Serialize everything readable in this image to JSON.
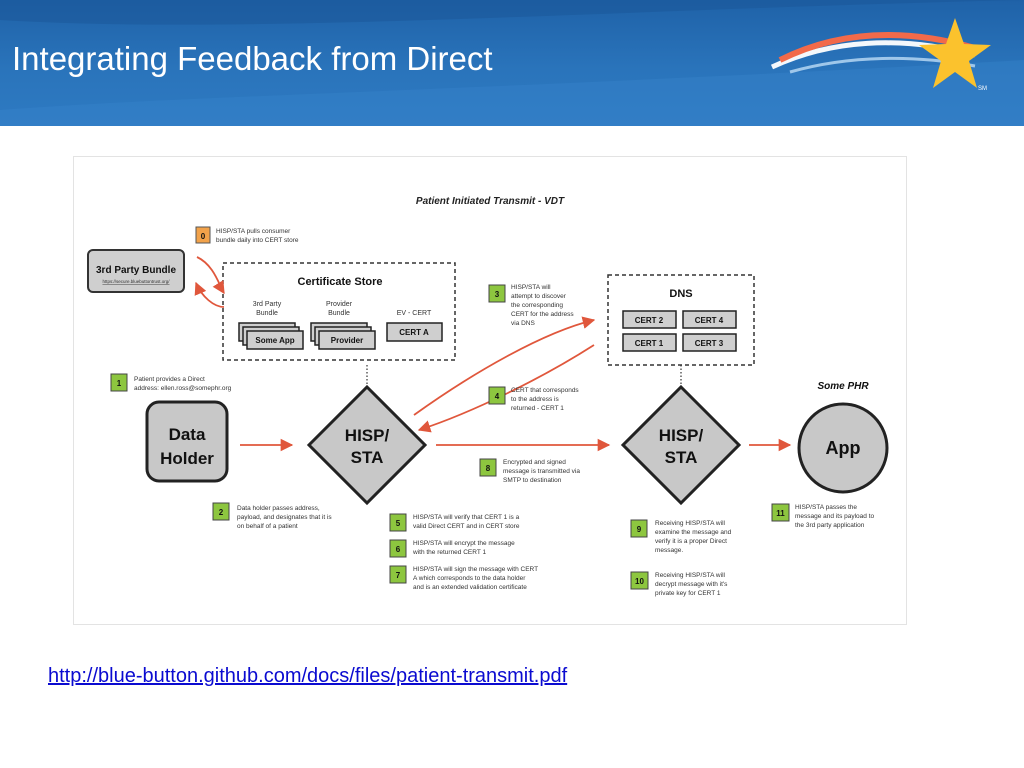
{
  "slide": {
    "title": "Integrating Feedback from Direct",
    "logo_mark": "SM",
    "source_link": "http://blue-button.github.com/docs/files/patient-transmit.pdf"
  },
  "diagram": {
    "title": "Patient Initiated Transmit - VDT",
    "nodes": {
      "third_party_bundle": {
        "title": "3rd Party Bundle",
        "url": "https://secure.bluebuttontrust.org/"
      },
      "certificate_store": {
        "title": "Certificate Store",
        "group1_label": [
          "3rd Party",
          "Bundle"
        ],
        "group1_card": "Some App",
        "group2_label": [
          "Provider",
          "Bundle"
        ],
        "group2_card": "Provider",
        "ev_label": "EV - CERT",
        "ev_card": "CERT A"
      },
      "dns": {
        "title": "DNS",
        "certs": [
          "CERT 2",
          "CERT 4",
          "CERT 1",
          "CERT 3"
        ]
      },
      "data_holder": {
        "line1": "Data",
        "line2": "Holder"
      },
      "hisp_left": {
        "line1": "HISP/",
        "line2": "STA"
      },
      "hisp_right": {
        "line1": "HISP/",
        "line2": "STA"
      },
      "app": {
        "label": "App",
        "caption": "Some PHR"
      }
    },
    "steps": [
      {
        "num": "0",
        "lines": [
          "HISP/STA pulls consumer",
          "bundle daily into CERT store"
        ]
      },
      {
        "num": "1",
        "lines": [
          "Patient provides a Direct",
          "address: ellen.ross@somephr.org"
        ]
      },
      {
        "num": "2",
        "lines": [
          "Data holder passes address,",
          "payload, and designates that it is",
          "on behalf of a patient"
        ]
      },
      {
        "num": "3",
        "lines": [
          "HISP/STA will",
          "attempt to discover",
          "the corresponding",
          "CERT for the address",
          "via DNS"
        ]
      },
      {
        "num": "4",
        "lines": [
          "CERT that corresponds",
          "to the address is",
          "returned - CERT 1"
        ]
      },
      {
        "num": "5",
        "lines": [
          "HISP/STA will verify that CERT 1 is a",
          "valid Direct CERT and in CERT store"
        ]
      },
      {
        "num": "6",
        "lines": [
          "HISP/STA will encrypt the message",
          "with the returned CERT 1"
        ]
      },
      {
        "num": "7",
        "lines": [
          "HISP/STA will sign the message with CERT",
          "A which corresponds to the data holder",
          "and is an extended validation certificate"
        ]
      },
      {
        "num": "8",
        "lines": [
          "Encrypted and signed",
          "message is transmitted via",
          "SMTP to destination"
        ]
      },
      {
        "num": "9",
        "lines": [
          "Receiving HISP/STA will",
          "examine the message and",
          "verify it is a proper Direct",
          "message."
        ]
      },
      {
        "num": "10",
        "lines": [
          "Receiving HISP/STA will",
          "decrypt message with it's",
          "private key for CERT 1"
        ]
      },
      {
        "num": "11",
        "lines": [
          "HISP/STA passes the",
          "message and its payload to",
          "the 3rd party application"
        ]
      }
    ]
  },
  "colors": {
    "header_blue": "#2a6fb5",
    "arrow_red": "#e0573c",
    "step_badge_green": "#8dc63f",
    "node_gray": "#c8c8c8",
    "link_blue": "#0b0bd0"
  },
  "icons": {
    "logo": "star-swoosh-logo"
  }
}
